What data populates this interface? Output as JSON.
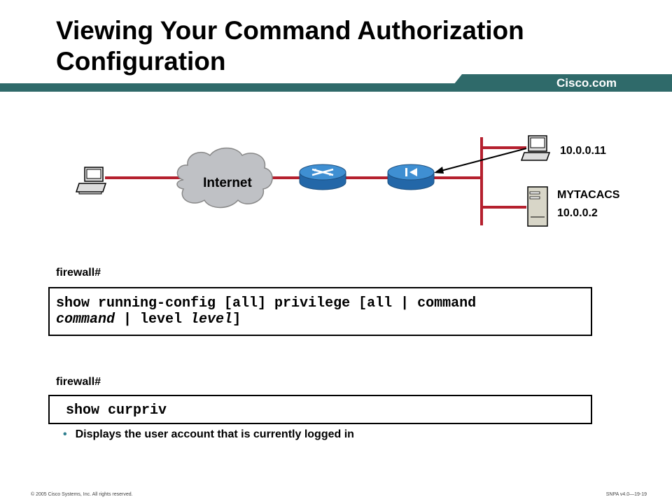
{
  "slide": {
    "title": "Viewing Your Command Authorization Configuration",
    "brand": "Cisco.com"
  },
  "diagram": {
    "cloud_label": "Internet",
    "host_ip": "10.0.0.11",
    "server_name": "MYTACACS",
    "server_ip": "10.0.0.2",
    "colors": {
      "link": "#b5202e",
      "device": "#2f7fc0",
      "band": "#2f6a6a"
    }
  },
  "commands": [
    {
      "prompt": "firewall#",
      "line1": "show running-config [all] privilege [all | command",
      "line2_part1": "command",
      "line2_part2": " | level ",
      "line2_part3": "level",
      "line2_part4": "]"
    },
    {
      "prompt": "firewall#",
      "line1": "show curpriv"
    }
  ],
  "bullet": "Displays the user account that is currently logged in",
  "footer": {
    "copyright": "© 2005 Cisco Systems, Inc. All rights reserved.",
    "course": "SNPA v4.0—19-19"
  }
}
